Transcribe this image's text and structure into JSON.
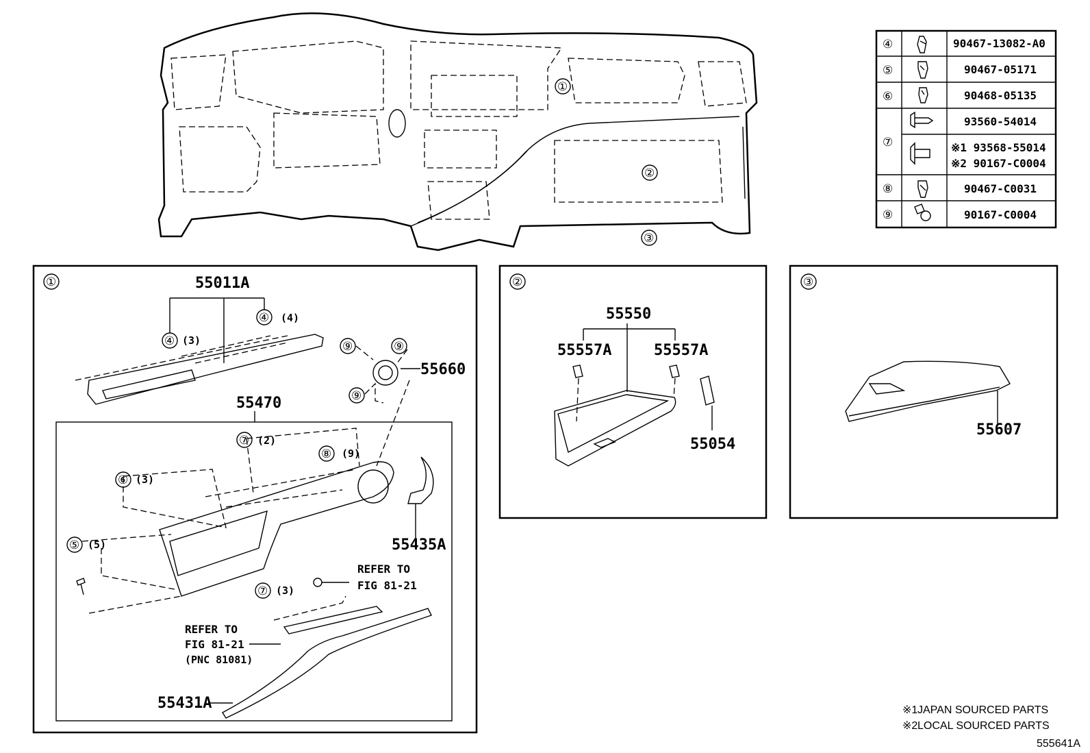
{
  "figure_id": "555641A",
  "notes": [
    {
      "mark": "※1",
      "text": "JAPAN SOURCED PARTS"
    },
    {
      "mark": "※2",
      "text": "LOCAL SOURCED PARTS"
    }
  ],
  "overview_callouts": [
    "①",
    "②",
    "③"
  ],
  "parts_table": [
    {
      "ref": "④",
      "icon": "clip-icon",
      "part": "90467-13082-A0"
    },
    {
      "ref": "⑤",
      "icon": "clip-icon",
      "part": "90467-05171"
    },
    {
      "ref": "⑥",
      "icon": "clip-icon",
      "part": "90468-05135"
    },
    {
      "ref": "⑦",
      "icon": "screw-icon",
      "part": "93560-54014"
    },
    {
      "ref": "",
      "icon": "screw-icon",
      "part": "※1 93568-55014",
      "part2": "※2 90167-C0004"
    },
    {
      "ref": "⑧",
      "icon": "clip-icon",
      "part": "90467-C0031"
    },
    {
      "ref": "⑨",
      "icon": "screw-icon",
      "part": "90167-C0004"
    }
  ],
  "panel1": {
    "id": "①",
    "labels": {
      "p55011a": "55011A",
      "p55470": "55470",
      "p55660": "55660",
      "p55435a": "55435A",
      "p55431a": "55431A",
      "c4a": "④",
      "c4a_q": "(3)",
      "c4b": "④",
      "c4b_q": "(4)",
      "c9a": "⑨",
      "c9b": "⑨",
      "c9c": "⑨",
      "c7a": "⑦",
      "c7a_q": "(2)",
      "c8": "⑧",
      "c8_q": "(9)",
      "c6": "⑥",
      "c6_q": "(3)",
      "c5": "⑤",
      "c5_q": "(5)",
      "c7b": "⑦",
      "c7b_q": "(3)",
      "refer1_l1": "REFER TO",
      "refer1_l2": "FIG 81-21",
      "refer2_l1": "REFER TO",
      "refer2_l2": "FIG 81-21",
      "refer2_l3": "(PNC 81081)"
    }
  },
  "panel2": {
    "id": "②",
    "labels": {
      "p55550": "55550",
      "p55557a_l": "55557A",
      "p55557a_r": "55557A",
      "p55054": "55054"
    }
  },
  "panel3": {
    "id": "③",
    "labels": {
      "p55607": "55607"
    }
  }
}
